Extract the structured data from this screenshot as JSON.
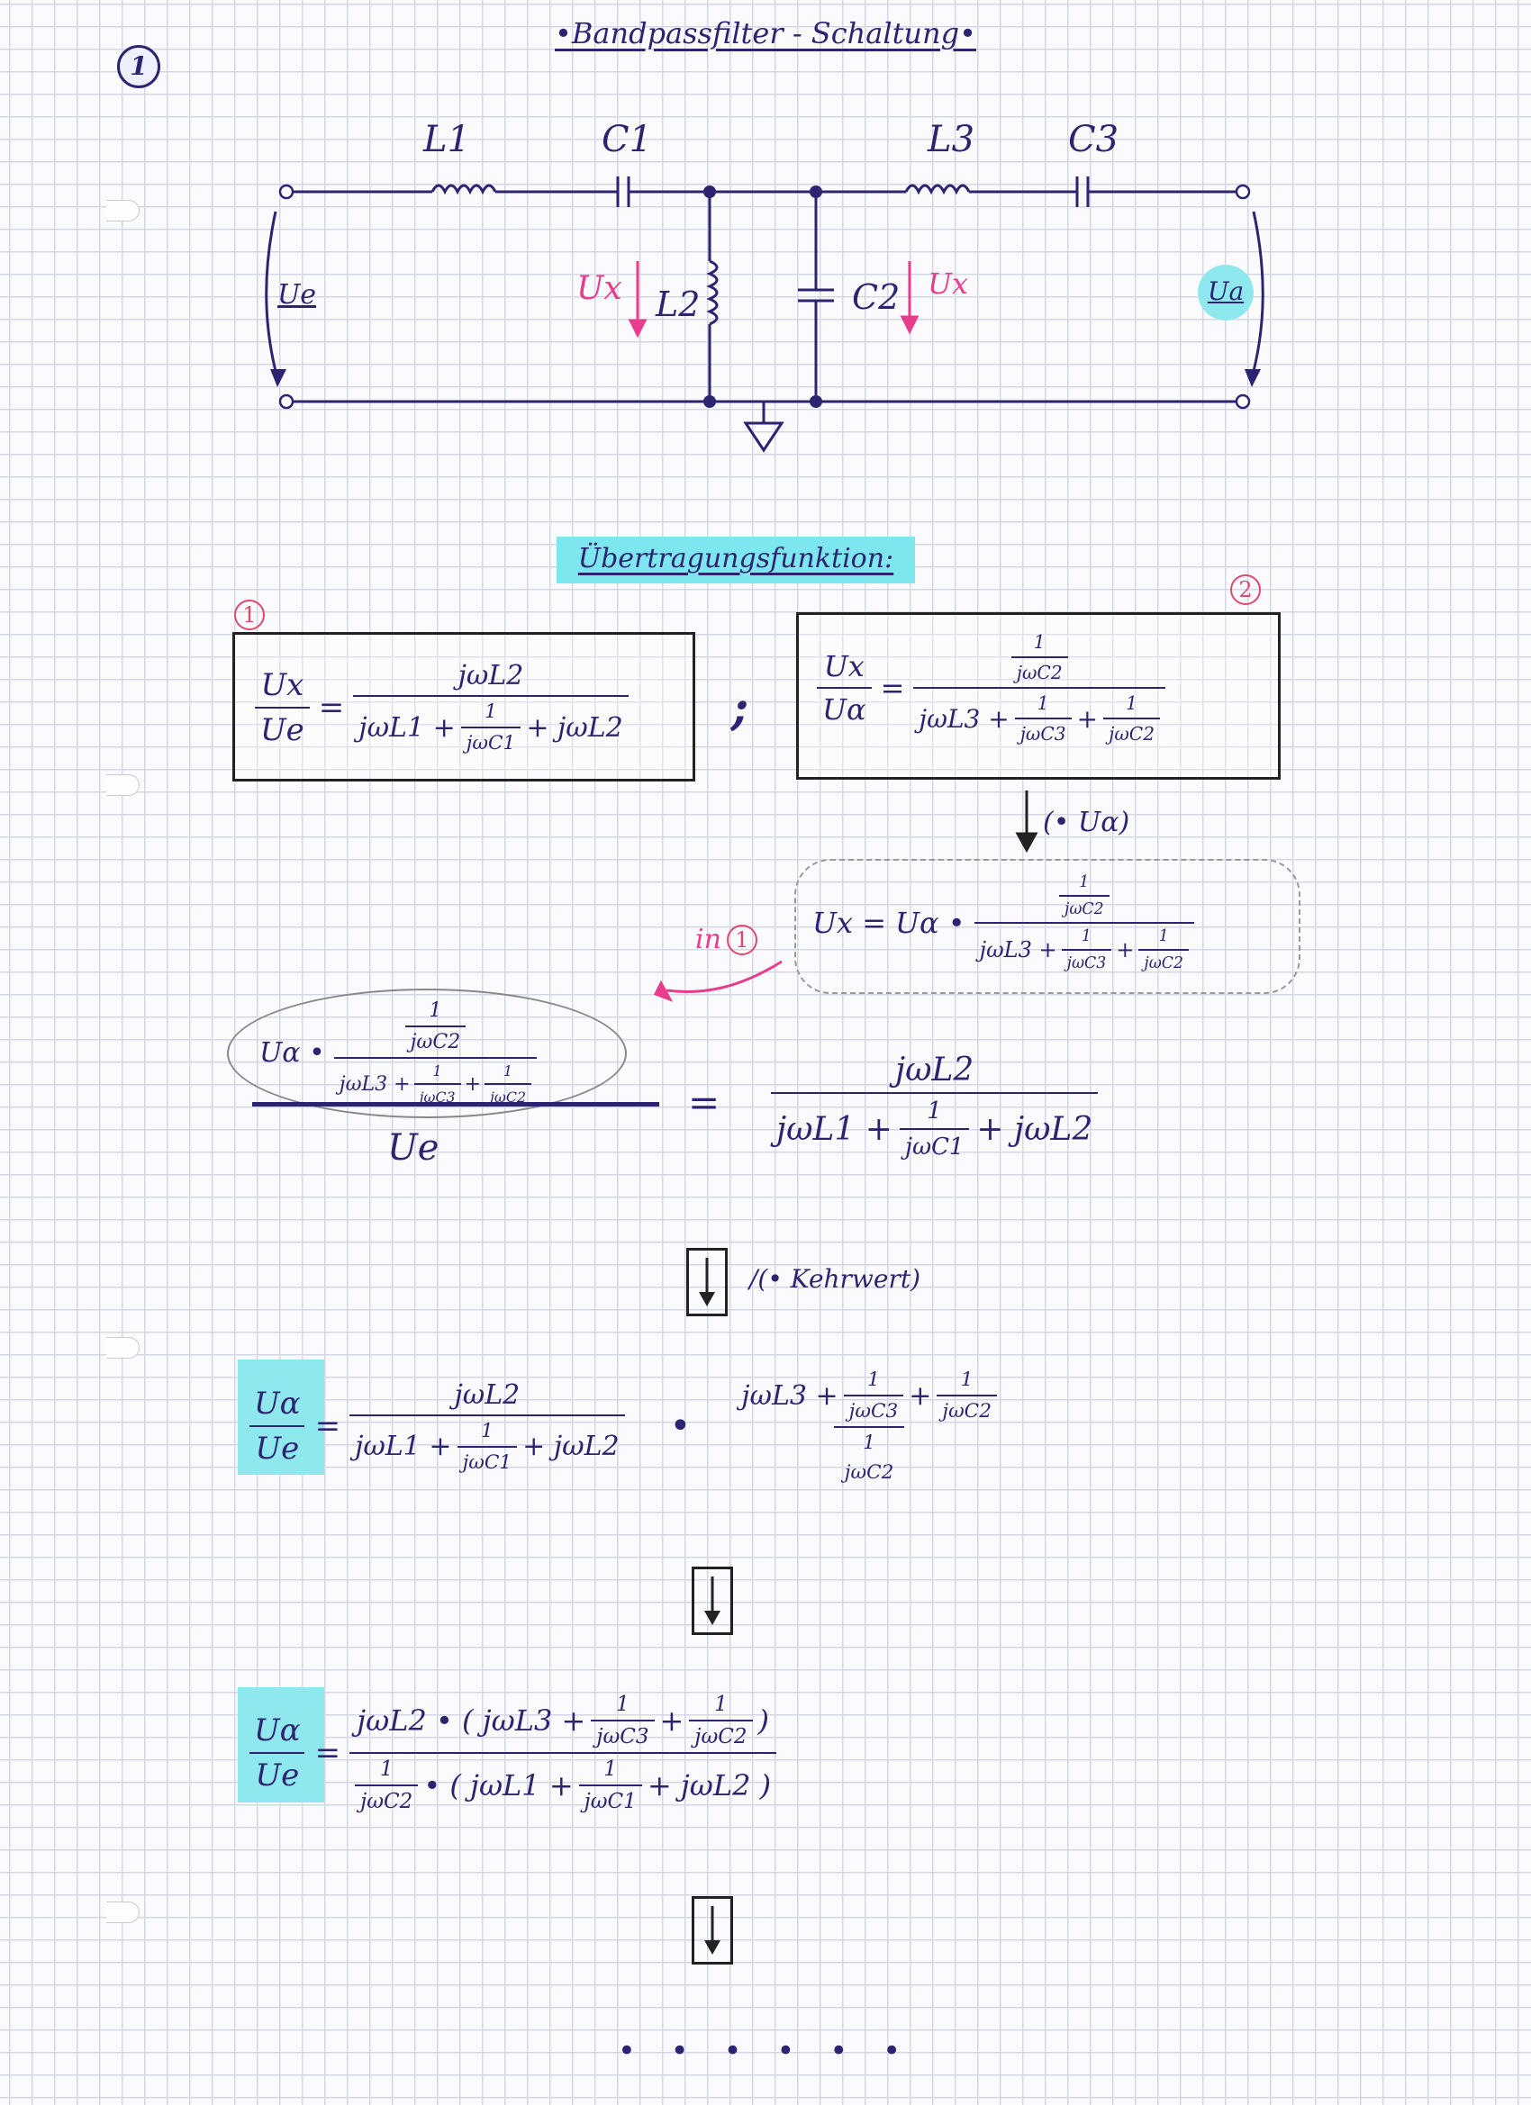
{
  "page": {
    "title": "•Bandpassfilter - Schaltung•",
    "number": "1"
  },
  "circuit": {
    "L1": "L1",
    "C1": "C1",
    "L2": "L2",
    "C2": "C2",
    "L3": "L3",
    "C3": "C3",
    "Ue": "Ue",
    "Ua": "Ua",
    "Ux": "Ux",
    "Ux2": "Ux"
  },
  "heading": "Übertragungsfunktion:",
  "eq1": {
    "marker": "1",
    "lhs_num": "Ux",
    "lhs_den": "Ue",
    "num": "jωL2",
    "den_a": "jωL1 +",
    "den_b_num": "1",
    "den_b_den": "jωC1",
    "den_c": "+ jωL2"
  },
  "separator": ";",
  "eq2": {
    "marker": "2",
    "lhs_num": "Ux",
    "lhs_den": "Uα",
    "num_num": "1",
    "num_den": "jωC2",
    "den_a": "jωL3 +",
    "den_b_num": "1",
    "den_b_den": "jωC3",
    "den_c": "+",
    "den_d_num": "1",
    "den_d_den": "jωC2"
  },
  "step1": {
    "label": "(• Uα)"
  },
  "eq3": {
    "lhs": "Ux =",
    "factor": "Uα •",
    "num_num": "1",
    "num_den": "jωC2",
    "den_a": "jωL3 +",
    "den_b_num": "1",
    "den_b_den": "jωC3",
    "den_c": "+",
    "den_d_num": "1",
    "den_d_den": "jωC2"
  },
  "insert_label": "in",
  "insert_marker": "1",
  "eq4": {
    "factor": "Uα •",
    "n_num": "1",
    "n_den": "jωC2",
    "d_a": "jωL3 +",
    "d_b_num": "1",
    "d_b_den": "jωC3",
    "d_c": "+",
    "d_d_num": "1",
    "d_d_den": "jωC2",
    "den": "Ue",
    "eq": "=",
    "r_num": "jωL2",
    "r_den_a": "jωL1 +",
    "r_den_b_num": "1",
    "r_den_b_den": "jωC1",
    "r_den_c": "+ jωL2"
  },
  "step2": {
    "label": "/(• Kehrwert)"
  },
  "eq5": {
    "lhs_num": "Uα",
    "lhs_den": "Ue",
    "eq": "=",
    "f1_num": "jωL2",
    "f1_den_a": "jωL1 +",
    "f1_den_b_num": "1",
    "f1_den_b_den": "jωC1",
    "f1_den_c": "+ jωL2",
    "dot": "•",
    "f2_num_a": "jωL3 +",
    "f2_num_b_num": "1",
    "f2_num_b_den": "jωC3",
    "f2_num_c": "+",
    "f2_num_d_num": "1",
    "f2_num_d_den": "jωC2",
    "f2_den_num": "1",
    "f2_den_den": "jωC2"
  },
  "eq6": {
    "lhs_num": "Uα",
    "lhs_den": "Ue",
    "eq": "=",
    "num_a": "jωL2 • ( jωL3 +",
    "num_b_num": "1",
    "num_b_den": "jωC3",
    "num_c": "+",
    "num_d_num": "1",
    "num_d_den": "jωC2",
    "num_e": ")",
    "den_a_num": "1",
    "den_a_den": "jωC2",
    "den_b": "• ( jωL1 +",
    "den_c_num": "1",
    "den_c_den": "jωC1",
    "den_d": "+ jωL2 )"
  },
  "ellipsis": "• • • • • •",
  "colors": {
    "ink": "#2c2470",
    "pink": "#e83c8c",
    "highlight": "#7ee6ee",
    "grid": "#d4d7e6"
  }
}
